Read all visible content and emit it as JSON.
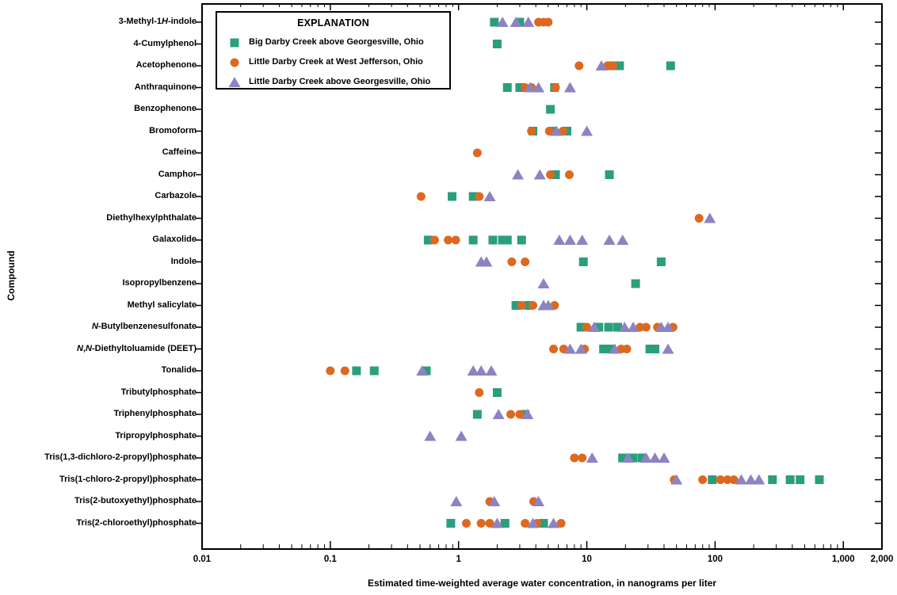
{
  "chart_data": {
    "type": "scatter",
    "x_scale": "log",
    "xlim": [
      0.01,
      2000
    ],
    "grid": false,
    "legend_position": "top-left-inside",
    "xlabel": "Estimated time-weighted average water concentration, in nanograms per liter",
    "ylabel": "Compound",
    "x_ticks": [
      {
        "value": 0.01,
        "label": "0.01"
      },
      {
        "value": 0.1,
        "label": "0.1"
      },
      {
        "value": 1,
        "label": "1"
      },
      {
        "value": 10,
        "label": "10"
      },
      {
        "value": 100,
        "label": "100"
      },
      {
        "value": 1000,
        "label": "1,000"
      },
      {
        "value": 2000,
        "label": "2,000"
      }
    ],
    "categories": [
      "3-Methyl-1*H*-indole",
      "4-Cumylphenol",
      "Acetophenone",
      "Anthraquinone",
      "Benzophenone",
      "Bromoform",
      "Caffeine",
      "Camphor",
      "Carbazole",
      "Diethylhexylphthalate",
      "Galaxolide",
      "Indole",
      "Isopropylbenzene",
      "Methyl salicylate",
      "*N*-Butylbenzenesulfonate",
      "*N*,*N*-Diethyltoluamide (DEET)",
      "Tonalide",
      "Tributylphosphate",
      "Triphenylphosphate",
      "Tripropylphosphate",
      "Tris(1,3-dichloro-2-propyl)phosphate",
      "Tris(1-chloro-2-propyl)phosphate",
      "Tris(2-butoxyethyl)phosphate",
      "Tris(2-chloroethyl)phosphate"
    ],
    "legend": {
      "title": "EXPLANATION",
      "entries": [
        {
          "label": "Big Darby Creek above Georgesville, Ohio",
          "marker": "square",
          "color": "#2a9e7d"
        },
        {
          "label": "Little Darby Creek at West Jefferson, Ohio",
          "marker": "circle",
          "color": "#dd6920"
        },
        {
          "label": "Little Darby Creek above Georgesville, Ohio",
          "marker": "triangle",
          "color": "#8c84c2"
        }
      ]
    },
    "series": [
      {
        "name": "Big Darby Creek above Georgesville, Ohio",
        "marker": "square",
        "color": "#2a9e7d",
        "points": [
          [
            1.9,
            3.0
          ],
          [
            2.0
          ],
          [
            15.5,
            18,
            45
          ],
          [
            2.4,
            3.0,
            5.6
          ],
          [
            5.2
          ],
          [
            3.8,
            5.4,
            7.0
          ],
          [],
          [
            5.7,
            15
          ],
          [
            0.89,
            1.3
          ],
          [],
          [
            0.58,
            1.3,
            1.85,
            2.2,
            2.4,
            3.1
          ],
          [
            9.4,
            38
          ],
          [
            24
          ],
          [
            2.8,
            3.5
          ],
          [
            9,
            12.4,
            14.8,
            17.4
          ],
          [
            13.5,
            15,
            31,
            34
          ],
          [
            0.16,
            0.22,
            0.56
          ],
          [
            2.0
          ],
          [
            1.4,
            3.3
          ],
          [],
          [
            19,
            23,
            27
          ],
          [
            95,
            280,
            385,
            460,
            650
          ],
          [],
          [
            0.87,
            2.3,
            4.6
          ]
        ]
      },
      {
        "name": "Little Darby Creek at West Jefferson, Ohio",
        "marker": "circle",
        "color": "#dd6920",
        "points": [
          [
            4.2,
            4.6,
            5.0
          ],
          [],
          [
            8.7,
            14.5,
            16
          ],
          [
            3.3,
            3.7,
            5.7
          ],
          [],
          [
            3.7,
            5.1,
            6.5
          ],
          [
            1.4
          ],
          [
            5.2,
            7.3
          ],
          [
            0.51,
            1.45
          ],
          [
            75
          ],
          [
            0.65,
            0.83,
            0.95
          ],
          [
            2.6,
            3.3
          ],
          [],
          [
            3.1,
            3.8,
            5.6
          ],
          [
            10,
            26,
            29,
            35.5,
            47
          ],
          [
            5.5,
            6.6,
            9.6,
            18.5,
            20.5
          ],
          [
            0.1,
            0.13
          ],
          [
            1.45
          ],
          [
            2.55,
            3.0
          ],
          [],
          [
            8.0,
            9.2
          ],
          [
            48,
            80,
            110,
            125,
            140
          ],
          [
            1.75,
            3.85
          ],
          [
            1.15,
            1.5,
            1.75,
            3.3,
            4.1,
            6.3
          ]
        ]
      },
      {
        "name": "Little Darby Creek above Georgesville, Ohio",
        "marker": "triangle",
        "color": "#8c84c2",
        "points": [
          [
            2.2,
            2.8,
            3.5
          ],
          [],
          [
            13
          ],
          [
            3.6,
            4.2,
            7.4
          ],
          [],
          [
            5.8,
            10
          ],
          [],
          [
            2.9,
            4.3
          ],
          [
            1.75
          ],
          [
            91
          ],
          [
            6.1,
            7.4,
            9.2,
            15,
            19
          ],
          [
            1.5,
            1.65
          ],
          [
            4.6
          ],
          [
            4.6,
            5.0
          ],
          [
            11.4,
            19.7,
            23,
            38,
            43
          ],
          [
            7.4,
            9.0,
            16.5,
            43
          ],
          [
            0.52,
            1.3,
            1.5,
            1.8
          ],
          [],
          [
            2.05,
            3.45
          ],
          [
            0.6,
            1.05
          ],
          [
            11,
            21,
            29,
            34,
            40
          ],
          [
            50,
            160,
            190,
            220
          ],
          [
            0.96,
            1.9,
            4.2
          ],
          [
            2.0,
            3.8,
            5.5
          ]
        ]
      }
    ]
  }
}
